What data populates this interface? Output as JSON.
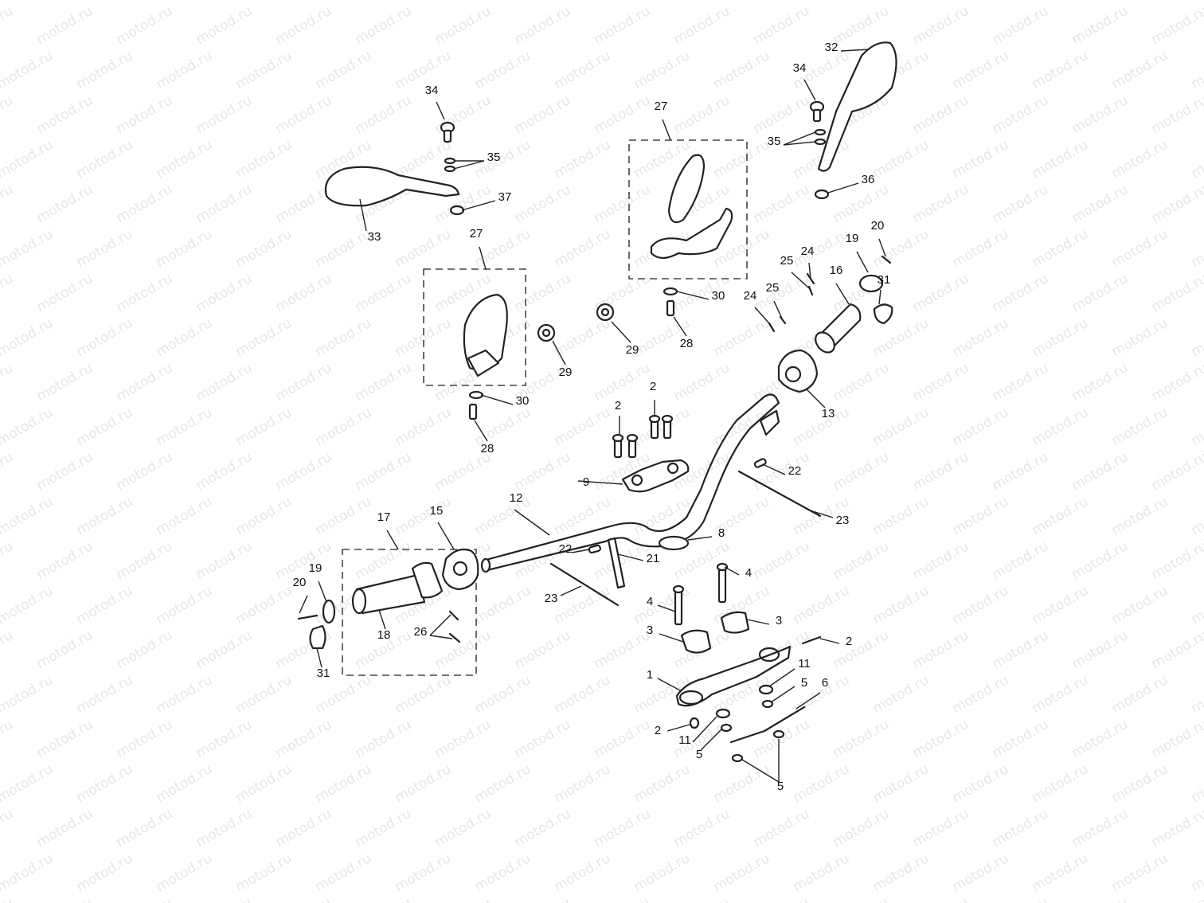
{
  "watermark": "motod.ru",
  "callouts": [
    {
      "id": "c1",
      "text": "1"
    },
    {
      "id": "c2a",
      "text": "2"
    },
    {
      "id": "c2b",
      "text": "2"
    },
    {
      "id": "c2c",
      "text": "2"
    },
    {
      "id": "c2d",
      "text": "2"
    },
    {
      "id": "c3a",
      "text": "3"
    },
    {
      "id": "c3b",
      "text": "3"
    },
    {
      "id": "c4a",
      "text": "4"
    },
    {
      "id": "c4b",
      "text": "4"
    },
    {
      "id": "c5a",
      "text": "5"
    },
    {
      "id": "c5b",
      "text": "5"
    },
    {
      "id": "c5c",
      "text": "5"
    },
    {
      "id": "c6",
      "text": "6"
    },
    {
      "id": "c8",
      "text": "8"
    },
    {
      "id": "c9",
      "text": "9"
    },
    {
      "id": "c11a",
      "text": "11"
    },
    {
      "id": "c11b",
      "text": "11"
    },
    {
      "id": "c12",
      "text": "12"
    },
    {
      "id": "c13",
      "text": "13"
    },
    {
      "id": "c15",
      "text": "15"
    },
    {
      "id": "c16",
      "text": "16"
    },
    {
      "id": "c17",
      "text": "17"
    },
    {
      "id": "c18",
      "text": "18"
    },
    {
      "id": "c19a",
      "text": "19"
    },
    {
      "id": "c19b",
      "text": "19"
    },
    {
      "id": "c20a",
      "text": "20"
    },
    {
      "id": "c20b",
      "text": "20"
    },
    {
      "id": "c21",
      "text": "21"
    },
    {
      "id": "c22a",
      "text": "22"
    },
    {
      "id": "c22b",
      "text": "22"
    },
    {
      "id": "c23a",
      "text": "23"
    },
    {
      "id": "c23b",
      "text": "23"
    },
    {
      "id": "c24a",
      "text": "24"
    },
    {
      "id": "c24b",
      "text": "24"
    },
    {
      "id": "c25a",
      "text": "25"
    },
    {
      "id": "c25b",
      "text": "25"
    },
    {
      "id": "c26",
      "text": "26"
    },
    {
      "id": "c27a",
      "text": "27"
    },
    {
      "id": "c27b",
      "text": "27"
    },
    {
      "id": "c28a",
      "text": "28"
    },
    {
      "id": "c28b",
      "text": "28"
    },
    {
      "id": "c29a",
      "text": "29"
    },
    {
      "id": "c29b",
      "text": "29"
    },
    {
      "id": "c30a",
      "text": "30"
    },
    {
      "id": "c30b",
      "text": "30"
    },
    {
      "id": "c31a",
      "text": "31"
    },
    {
      "id": "c31b",
      "text": "31"
    },
    {
      "id": "c32",
      "text": "32"
    },
    {
      "id": "c33",
      "text": "33"
    },
    {
      "id": "c34a",
      "text": "34"
    },
    {
      "id": "c34b",
      "text": "34"
    },
    {
      "id": "c35a",
      "text": "35"
    },
    {
      "id": "c35b",
      "text": "35"
    },
    {
      "id": "c36",
      "text": "36"
    },
    {
      "id": "c37",
      "text": "37"
    }
  ]
}
